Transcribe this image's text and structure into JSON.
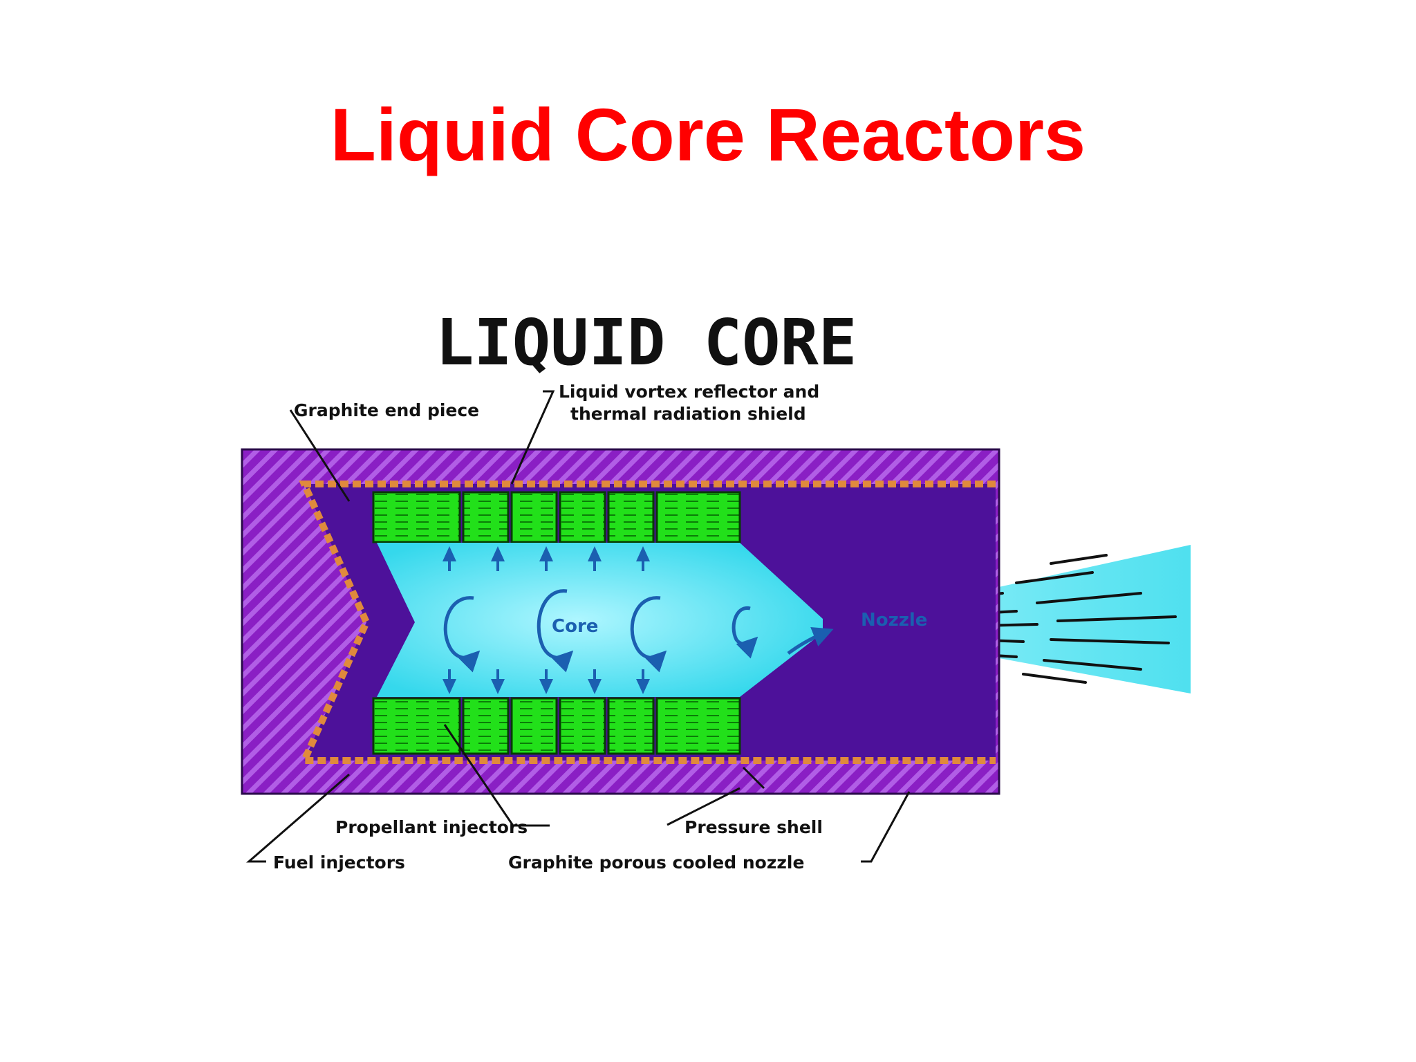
{
  "slide": {
    "title": "Liquid Core Reactors",
    "title_color": "#ff0000"
  },
  "diagram": {
    "banner": "LIQUID CORE",
    "labels": {
      "graphite_end_piece": "Graphite end piece",
      "vortex_reflector_line1": "Liquid vortex reflector and",
      "vortex_reflector_line2": "thermal radiation shield",
      "core": "Core",
      "nozzle": "Nozzle",
      "propellant_injectors": "Propellant injectors",
      "fuel_injectors": "Fuel injectors",
      "pressure_shell": "Pressure shell",
      "graphite_nozzle": "Graphite porous cooled nozzle"
    },
    "colors": {
      "pressure_shell": "#8a1fc4",
      "graphite": "#4d119a",
      "liner": "#e08a3c",
      "reflector_blocks": "#22e01a",
      "core": "#46e0f0",
      "exhaust": "#5fe3ee",
      "text": "#111111"
    }
  }
}
